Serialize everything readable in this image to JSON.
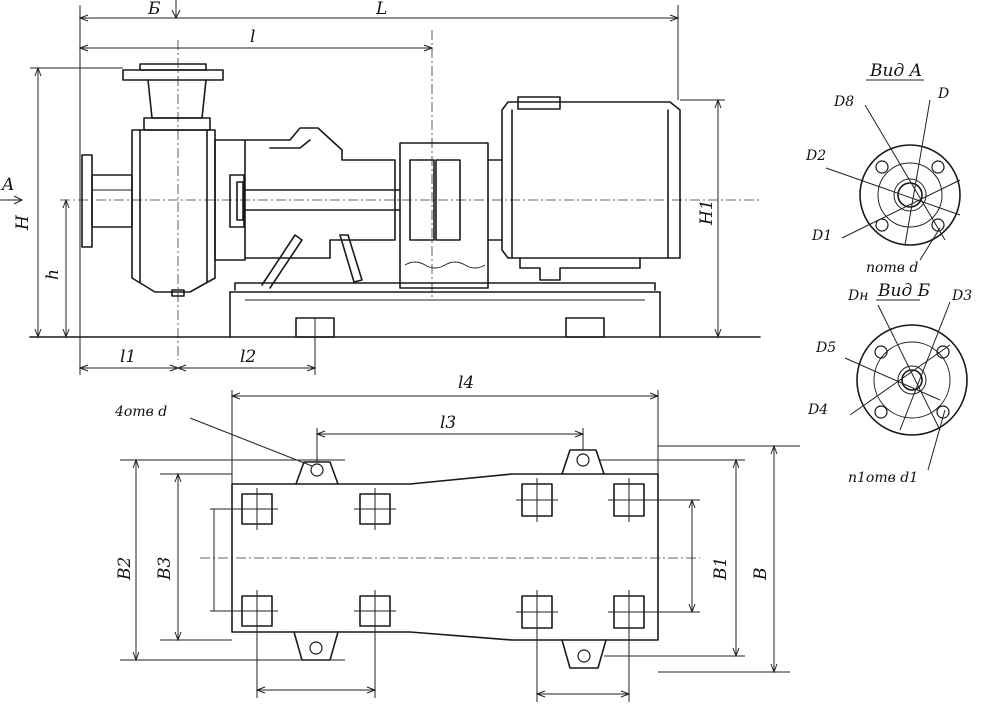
{
  "labels": {
    "B_top": "Б",
    "L": "L",
    "l": "l",
    "A": "A",
    "H": "H",
    "h": "h",
    "H1": "H1",
    "l1": "l1",
    "l2": "l2",
    "l4": "l4",
    "l3": "l3",
    "holes4": "4отв d",
    "B2": "B2",
    "B3": "B3",
    "B1": "B1",
    "B": "B"
  },
  "view_a": {
    "title": "Вид A",
    "D8": "D8",
    "D": "D",
    "D2": "D2",
    "D1": "D1",
    "holes": "nотв d"
  },
  "view_b": {
    "title": "Вид Б",
    "Dn": "Dн",
    "D3": "D3",
    "D5": "D5",
    "D4": "D4",
    "holes": "n1отв d1"
  }
}
